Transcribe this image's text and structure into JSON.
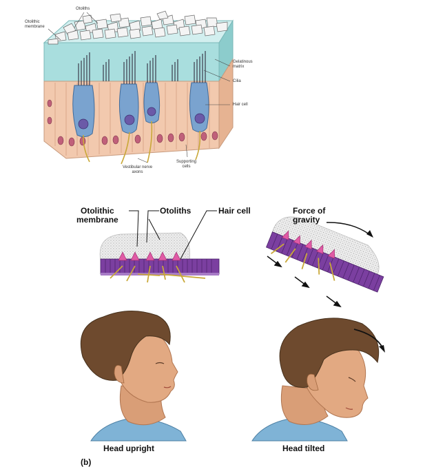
{
  "top_diagram": {
    "labels": {
      "otoliths": "Otoliths",
      "otolithic_membrane": [
        "Otolithic",
        "membrane"
      ],
      "gelatinous_matrix": [
        "Gelatinous",
        "matrix"
      ],
      "cilia": "Cilia",
      "hair_cell": "Hair cell",
      "vestibular_nerve_axons": [
        "Vestibular nerve",
        "axons"
      ],
      "supporting_cells": [
        "Supporting",
        "cells"
      ]
    }
  },
  "bottom_diagram": {
    "upright_labels": {
      "otolithic_membrane": [
        "Otolithic",
        "membrane"
      ],
      "otoliths": "Otoliths",
      "hair_cell": "Hair cell"
    },
    "tilted_labels": {
      "force_of_gravity": [
        "Force of",
        "gravity"
      ]
    },
    "captions": {
      "head_upright": "Head upright",
      "head_tilted": "Head tilted"
    },
    "panel_letter": "(b)"
  },
  "colors": {
    "gel": "#a9dede",
    "tissue": "#f2c9ae",
    "hair_cell": "#7aa3cf",
    "cell_purple": "#7b3fa0",
    "cell_pink": "#e05aa5",
    "nerve_gold": "#c9a838",
    "hair": "#6e4a2e",
    "skin": "#e2a982",
    "shirt": "#7fb3d6"
  }
}
